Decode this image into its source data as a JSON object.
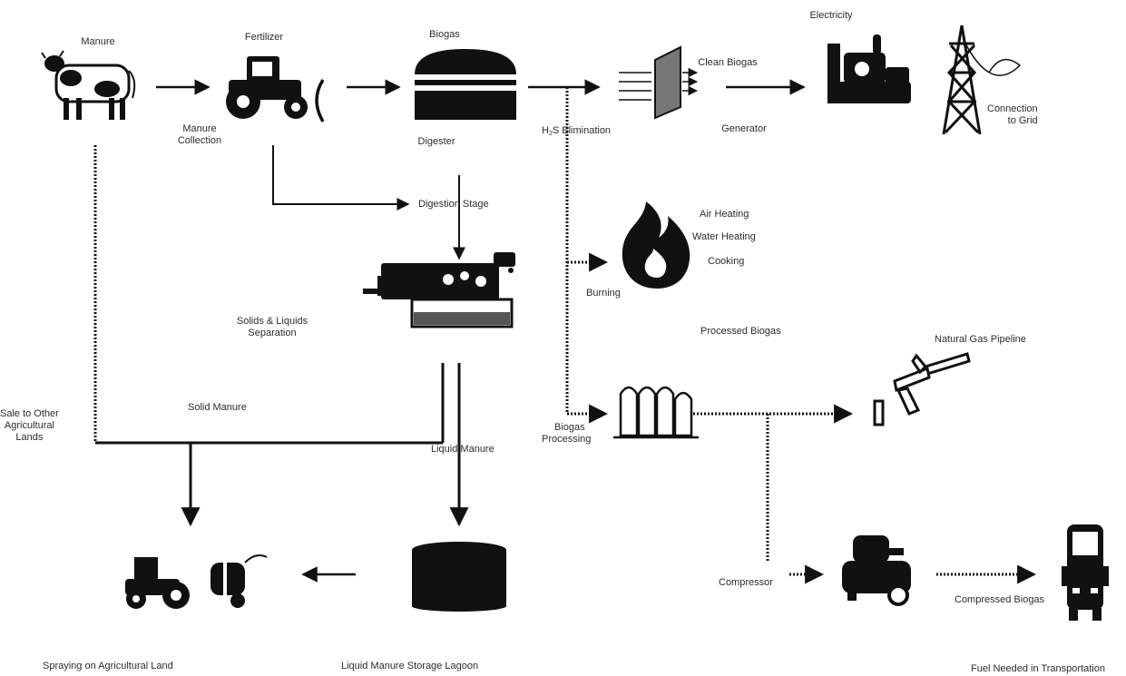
{
  "labels": {
    "manure": "Manure",
    "fertilizer": "Fertilizer",
    "biogas": "Biogas",
    "electricity": "Electricity",
    "clean_biogas": "Clean Biogas",
    "manure_collection_1": "Manure",
    "manure_collection_2": "Collection",
    "digester": "Digester",
    "h2s_h": "H",
    "h2s_sub": "2",
    "h2s_rest": "S Elimination",
    "generator": "Generator",
    "connection_1": "Connection",
    "connection_2": "to Grid",
    "digestion_stage": "Digestion Stage",
    "air_heating": "Air Heating",
    "water_heating": "Water Heating",
    "cooking": "Cooking",
    "burning": "Burning",
    "solids_liquids_1": "Solids & Liquids",
    "solids_liquids_2": "Separation",
    "processed_biogas": "Processed Biogas",
    "natural_gas_pipeline": "Natural Gas Pipeline",
    "sale_1": "Sale to Other",
    "sale_2": "Agricultural",
    "sale_3": "Lands",
    "solid_manure": "Solid Manure",
    "liquid_manure": "Liquid Manure",
    "biogas_processing_1": "Biogas",
    "biogas_processing_2": "Processing",
    "compressor": "Compressor",
    "compressed_biogas": "Compressed Biogas",
    "spraying": "Spraying on Agricultural Land",
    "lagoon": "Liquid Manure Storage Lagoon",
    "fuel_transport": "Fuel Needed in Transportation"
  },
  "icons": {
    "cow": "cow-icon",
    "tractor": "tractor-icon",
    "digester": "digester-tank-icon",
    "filter": "h2s-filter-icon",
    "generator": "generator-icon",
    "tower": "power-tower-icon",
    "flame": "flame-icon",
    "separator": "separator-machine-icon",
    "processing": "processing-columns-icon",
    "pipeline": "pipeline-icon",
    "lagoon": "lagoon-tank-icon",
    "sprayer": "sprayer-tractor-icon",
    "compressor": "compressor-icon",
    "bus": "bus-icon"
  },
  "colors": {
    "ink": "#111111",
    "text": "#2b2b2b",
    "background": "#ffffff"
  }
}
